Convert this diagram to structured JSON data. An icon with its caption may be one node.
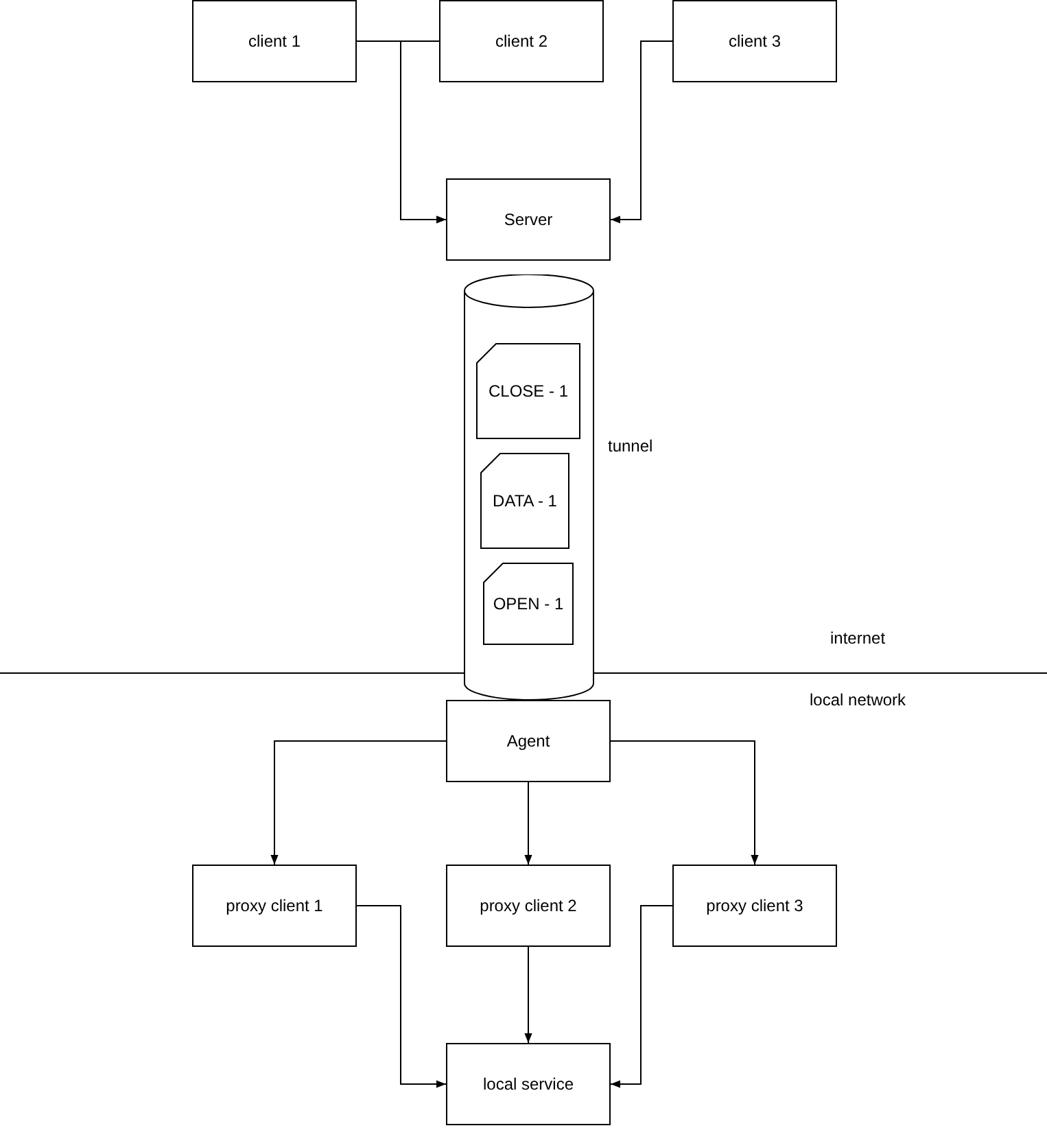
{
  "diagram": {
    "nodes": [
      {
        "text": [
          "client 1"
        ]
      },
      {
        "text": [
          "client 2"
        ]
      },
      {
        "text": [
          "client 3"
        ]
      },
      {
        "text": [
          "Server"
        ]
      },
      {
        "text": [],
        "shape": "cylinder",
        "beside": [
          "tunnel"
        ]
      },
      {
        "text": [
          "CLOSE - 1"
        ],
        "in": 4
      },
      {
        "text": [
          "DATA - 1"
        ],
        "in": 4
      },
      {
        "text": [
          "OPEN - 1"
        ],
        "in": 4
      },
      {
        "text": [
          "Agent"
        ]
      },
      {
        "text": [
          "proxy client 1"
        ]
      },
      {
        "text": [
          "proxy client 2"
        ]
      },
      {
        "text": [
          "proxy client 3"
        ]
      },
      {
        "text": [
          "local service"
        ]
      }
    ],
    "edges": [
      {
        "from": 0,
        "to": 3,
        "arrow": "to"
      },
      {
        "from": 1,
        "to": 3,
        "arrow": "to"
      },
      {
        "from": 2,
        "to": 3,
        "arrow": "to"
      },
      {
        "from": 8,
        "to": 9,
        "arrow": "to"
      },
      {
        "from": 8,
        "to": 10,
        "arrow": "to"
      },
      {
        "from": 8,
        "to": 11,
        "arrow": "to"
      },
      {
        "from": 9,
        "to": 12,
        "arrow": "to"
      },
      {
        "from": 10,
        "to": 12,
        "arrow": "to"
      },
      {
        "from": 11,
        "to": 12,
        "arrow": "to"
      }
    ],
    "labels": [
      "internet",
      "local network"
    ]
  }
}
